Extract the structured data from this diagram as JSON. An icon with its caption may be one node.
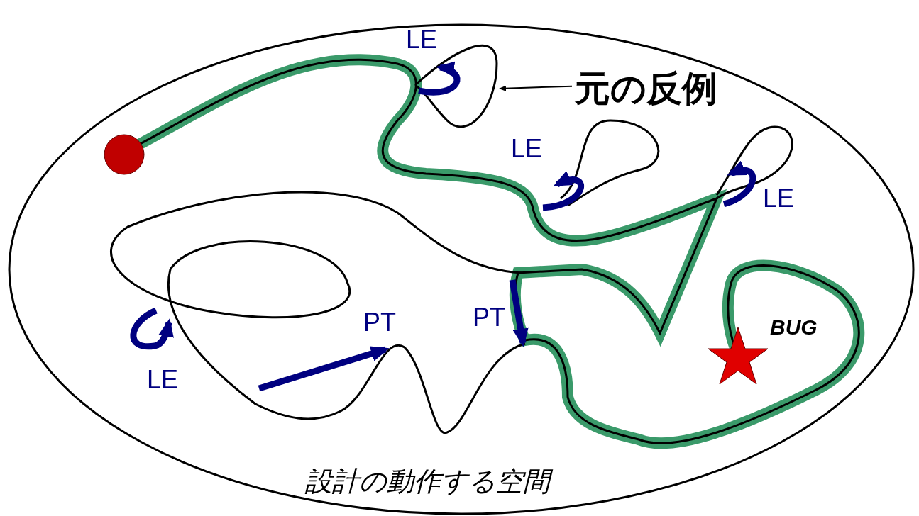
{
  "diagram": {
    "caption": "設計の動作する空間",
    "nodes": [
      {
        "text": [
          "元の反例"
        ]
      },
      {
        "text": [],
        "shape": "loop"
      }
    ],
    "edges": [
      {
        "from": 0,
        "to": 1,
        "arrow": "to"
      }
    ],
    "labels": [
      "LE",
      "LE",
      "LE",
      "PT",
      "PT",
      "BUG",
      "LE"
    ]
  }
}
